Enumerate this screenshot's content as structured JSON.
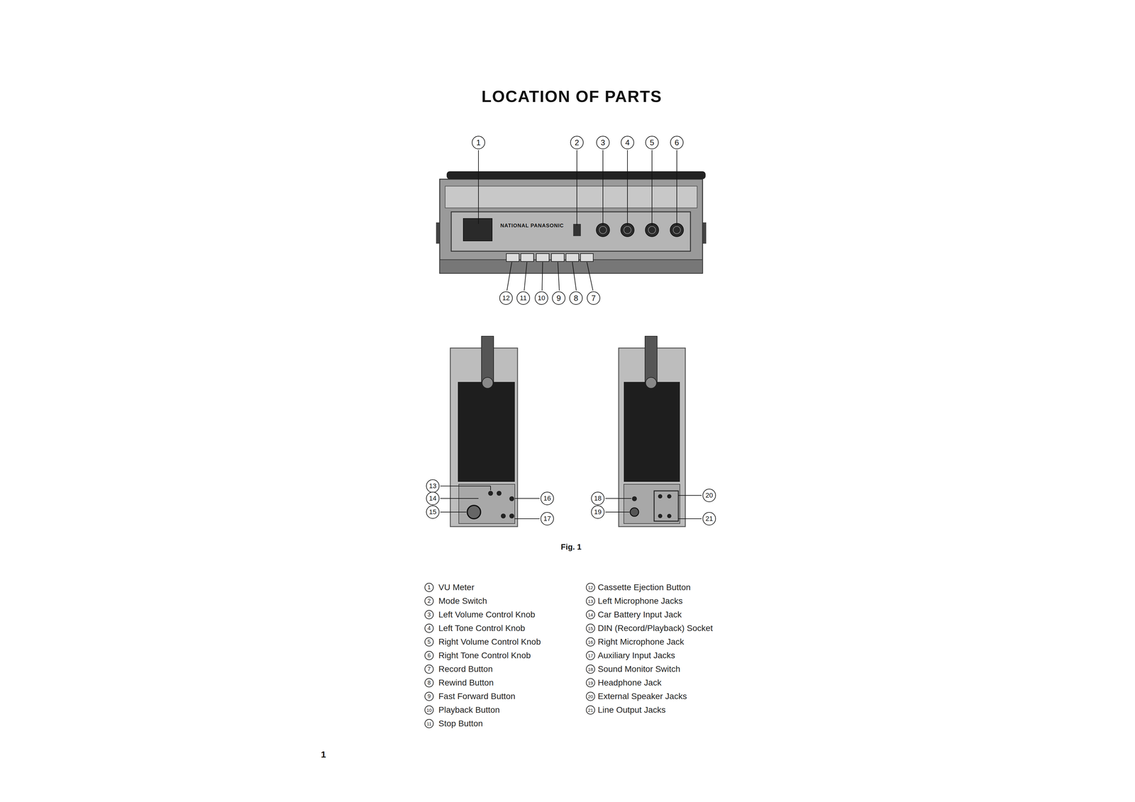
{
  "diagram": {
    "title": "LOCATION OF PARTS",
    "caption": "Fig. 1",
    "labels": [
      "1",
      "2",
      "3",
      "4",
      "5",
      "6",
      "12",
      "11",
      "10",
      "9",
      "8",
      "7",
      "13",
      "14",
      "15",
      "16",
      "17",
      "18",
      "19",
      "20",
      "21",
      "NATIONAL PANASONIC",
      "1",
      "VU Meter",
      "2",
      "Mode Switch",
      "3",
      "Left Volume Control Knob",
      "4",
      "Left Tone Control Knob",
      "5",
      "Right Volume Control Knob",
      "6",
      "Right Tone Control Knob",
      "7",
      "Record Button",
      "8",
      "Rewind Button",
      "9",
      "Fast Forward Button",
      "10",
      "Playback Button",
      "11",
      "Stop Button",
      "12",
      "Cassette Ejection Button",
      "13",
      "Left Microphone Jacks",
      "14",
      "Car Battery Input Jack",
      "15",
      "DIN (Record/Playback) Socket",
      "16",
      "Right Microphone Jack",
      "17",
      "Auxiliary Input Jacks",
      "18",
      "Sound Monitor Switch",
      "19",
      "Headphone Jack",
      "20",
      "External Speaker Jacks",
      "21",
      "Line Output Jacks",
      "1"
    ]
  }
}
